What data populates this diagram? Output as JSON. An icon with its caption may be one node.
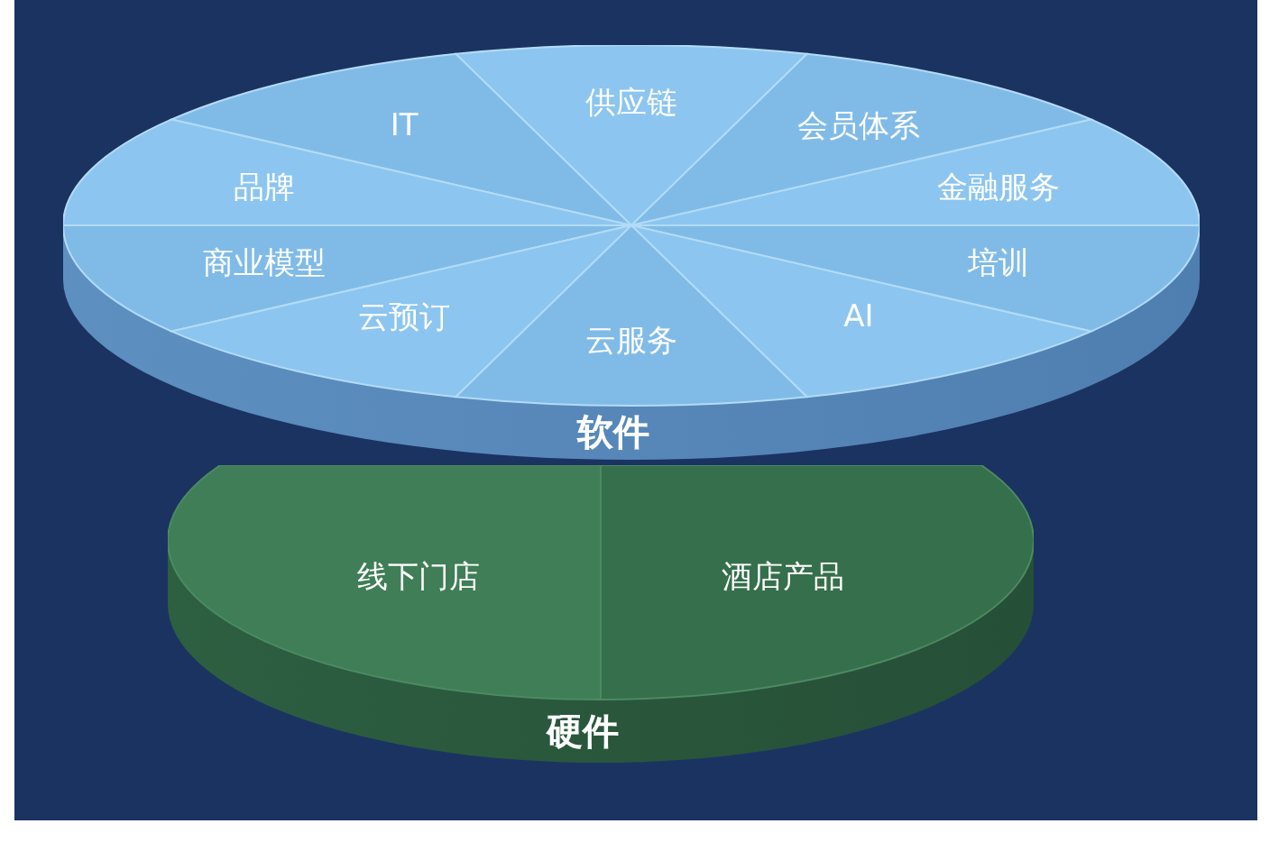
{
  "diagram": {
    "nodes": [
      {
        "text": [
          "软件"
        ]
      },
      {
        "text": [
          "供应链"
        ],
        "in": 0
      },
      {
        "text": [
          "IT"
        ],
        "in": 0
      },
      {
        "text": [
          "会员体系"
        ],
        "in": 0
      },
      {
        "text": [
          "品牌"
        ],
        "in": 0
      },
      {
        "text": [
          "金融服务"
        ],
        "in": 0
      },
      {
        "text": [
          "商业模型"
        ],
        "in": 0
      },
      {
        "text": [
          "培训"
        ],
        "in": 0
      },
      {
        "text": [
          "云预订"
        ],
        "in": 0
      },
      {
        "text": [
          "AI"
        ],
        "in": 0
      },
      {
        "text": [
          "云服务"
        ],
        "in": 0
      },
      {
        "text": [
          "硬件"
        ]
      },
      {
        "text": [
          "线下门店"
        ],
        "in": 11
      },
      {
        "text": [
          "酒店产品"
        ],
        "in": 11
      }
    ]
  }
}
